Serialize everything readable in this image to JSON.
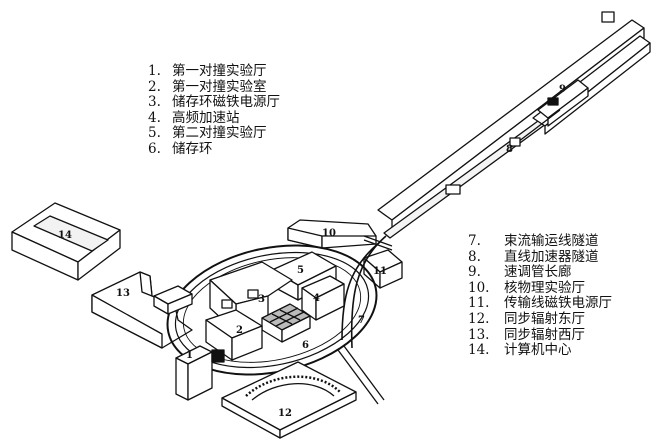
{
  "legend_left": [
    {
      "num": "1.",
      "text": "第一对撞实验厅"
    },
    {
      "num": "2.",
      "text": "第一对撞实验室"
    },
    {
      "num": "3.",
      "text": "储存环磁铁电源厅"
    },
    {
      "num": "4.",
      "text": "高频加速站"
    },
    {
      "num": "5.",
      "text": "第二对撞实验厅"
    },
    {
      "num": "6.",
      "text": "储存环"
    }
  ],
  "legend_right": [
    {
      "num": "7.",
      "text": "束流输运线隧道"
    },
    {
      "num": "8.",
      "text": "直线加速器隧道"
    },
    {
      "num": "9.",
      "text": "速调管长廊"
    },
    {
      "num": "10.",
      "text": "核物理实验厅"
    },
    {
      "num": "11.",
      "text": "传输线磁铁电源厅"
    },
    {
      "num": "12.",
      "text": "同步辐射东厅"
    },
    {
      "num": "13.",
      "text": "同步辐射西厅"
    },
    {
      "num": "14.",
      "text": "计算机中心"
    }
  ],
  "map_labels": [
    "1",
    "2",
    "3",
    "4",
    "5",
    "6",
    "7",
    "8",
    "9",
    "10",
    "11",
    "12",
    "13",
    "14"
  ]
}
